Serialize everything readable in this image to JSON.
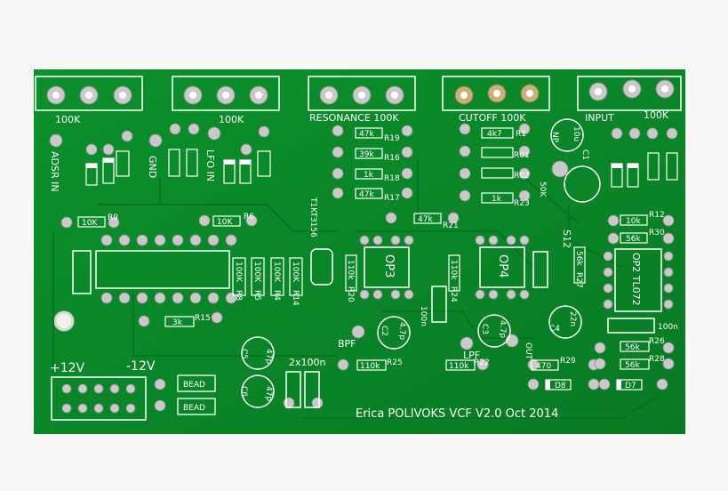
{
  "board": {
    "title": "Erica POLIVOKS VCF V2.0 Oct 2014",
    "colors": {
      "pcb": "#0a8a2a",
      "pcb_dark": "#076a20",
      "silk": "#ffffff",
      "pad": "#c9c9c9",
      "gold": "#c9b07a"
    }
  },
  "pots": [
    {
      "label": "100K"
    },
    {
      "label": "100K"
    },
    {
      "label": "RESONANCE 100K"
    },
    {
      "label": "CUTOFF 100K"
    },
    {
      "label": "100K"
    }
  ],
  "labels": {
    "input": "INPUT",
    "adsr": "ADSR IN",
    "gnd": "GND",
    "lfo": "LFO IN",
    "plus12": "+12V",
    "minus12": "-12V",
    "bpf": "BPF",
    "lpf": "LPF",
    "out": "OUT",
    "cap2x100n": "2x100n",
    "transistor": "T1KT3156",
    "op3": "OP3",
    "op4": "OP4",
    "op2": "OP2 TL072",
    "s12": "S12",
    "np": "NP",
    "bead1": "BEAD",
    "bead2": "BEAD"
  },
  "resistors": [
    {
      "value": "47k",
      "ref": "R19"
    },
    {
      "value": "39k",
      "ref": "R16"
    },
    {
      "value": "1k",
      "ref": "R18"
    },
    {
      "value": "47k",
      "ref": "R17"
    },
    {
      "value": "4k7",
      "ref": "R1"
    },
    {
      "value": "",
      "ref": "R01"
    },
    {
      "value": "",
      "ref": "R02"
    },
    {
      "value": "1k",
      "ref": "R23"
    },
    {
      "value": "47k",
      "ref": "R21"
    },
    {
      "value": "10K",
      "ref": "R9"
    },
    {
      "value": "10K",
      "ref": "R6"
    },
    {
      "value": "3k",
      "ref": "R15"
    },
    {
      "value": "110k",
      "ref": "R25"
    },
    {
      "value": "110k",
      "ref": "R22"
    },
    {
      "value": "470",
      "ref": "R29"
    },
    {
      "value": "10k",
      "ref": "R12"
    },
    {
      "value": "56k",
      "ref": "R30"
    },
    {
      "value": "56k",
      "ref": "R26"
    },
    {
      "value": "56k",
      "ref": "R28"
    },
    {
      "value": "100K",
      "ref": "R8"
    },
    {
      "value": "100K",
      "ref": "R5"
    },
    {
      "value": "100K",
      "ref": "R4"
    },
    {
      "value": "100K",
      "ref": "R14"
    },
    {
      "value": "110k",
      "ref": "R20"
    },
    {
      "value": "110k",
      "ref": "R24"
    },
    {
      "value": "56k",
      "ref": "R27"
    }
  ],
  "diodes": [
    {
      "ref": "D8"
    },
    {
      "ref": "D7"
    }
  ],
  "caps": [
    {
      "value": "47p",
      "ref": "C5"
    },
    {
      "value": "47p",
      "ref": "C6"
    },
    {
      "value": "4.7p",
      "ref": "C2"
    },
    {
      "value": "4.7p",
      "ref": "C3"
    },
    {
      "value": "22n",
      "ref": "C4"
    },
    {
      "value": "100n",
      "ref": ""
    },
    {
      "value": "100n",
      "ref": ""
    },
    {
      "value": "10u",
      "ref": "C1"
    }
  ],
  "misc": {
    "fifty_k": "50K"
  }
}
